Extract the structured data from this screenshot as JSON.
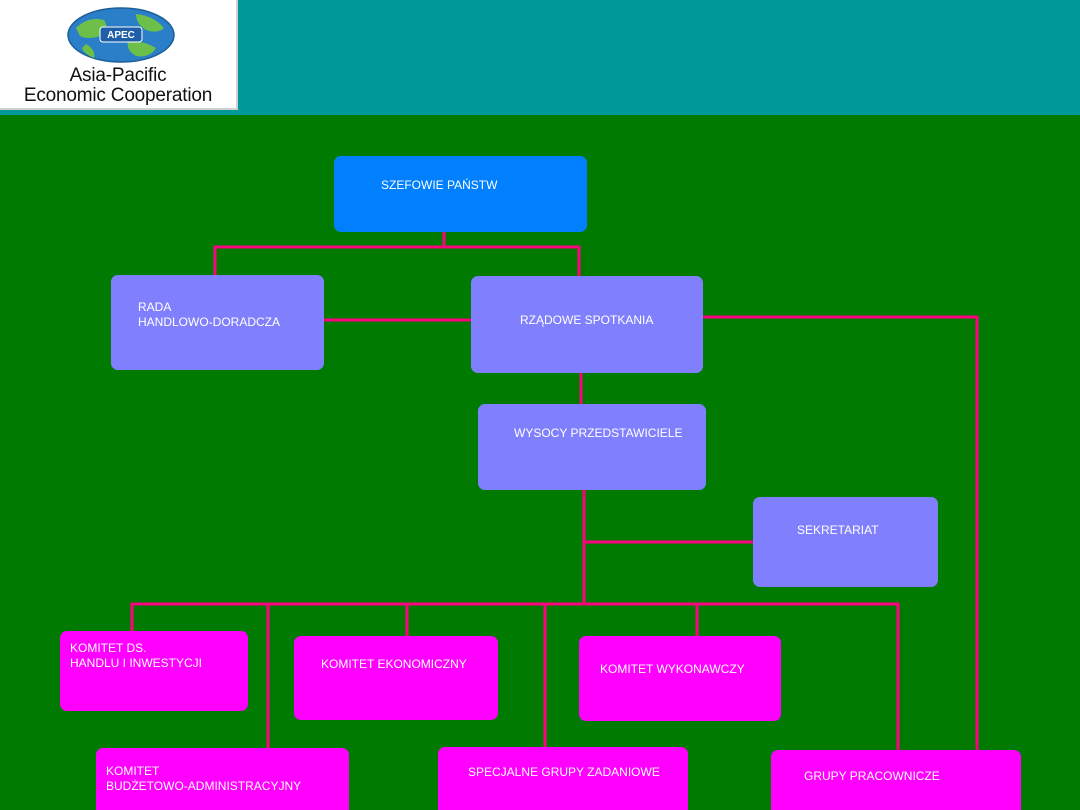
{
  "logo": {
    "badge": "APEC",
    "line1": "Asia-Pacific",
    "line2": "Economic Cooperation",
    "icon": "globe-icon"
  },
  "colors": {
    "background": "#007a00",
    "header": "#009999",
    "connector": "#ff0080",
    "top_box": "#0080ff",
    "mid_box": "#8080ff",
    "bottom_box": "#ff00ff"
  },
  "nodes": {
    "szefowie": "SZEFOWIE PAŃSTW",
    "rada": "RADA\nHANDLOWO-DORADCZA",
    "rzadowe": "RZĄDOWE SPOTKANIA",
    "wysocy": "WYSOCY PRZEDSTAWICIELE",
    "sekretariat": "SEKRETARIAT",
    "komitet_handlu": "KOMITET DS.\nHANDLU I INWESTYCJI",
    "komitet_ekonomiczny": "KOMITET EKONOMICZNY",
    "komitet_wykonawczy": "KOMITET WYKONAWCZY",
    "komitet_budzetowy": "KOMITET\nBUDŻETOWO-ADMINISTRACYJNY",
    "specjalne_grupy": "SPECJALNE GRUPY ZADANIOWE",
    "grupy_pracownicze": "GRUPY PRACOWNICZE"
  }
}
